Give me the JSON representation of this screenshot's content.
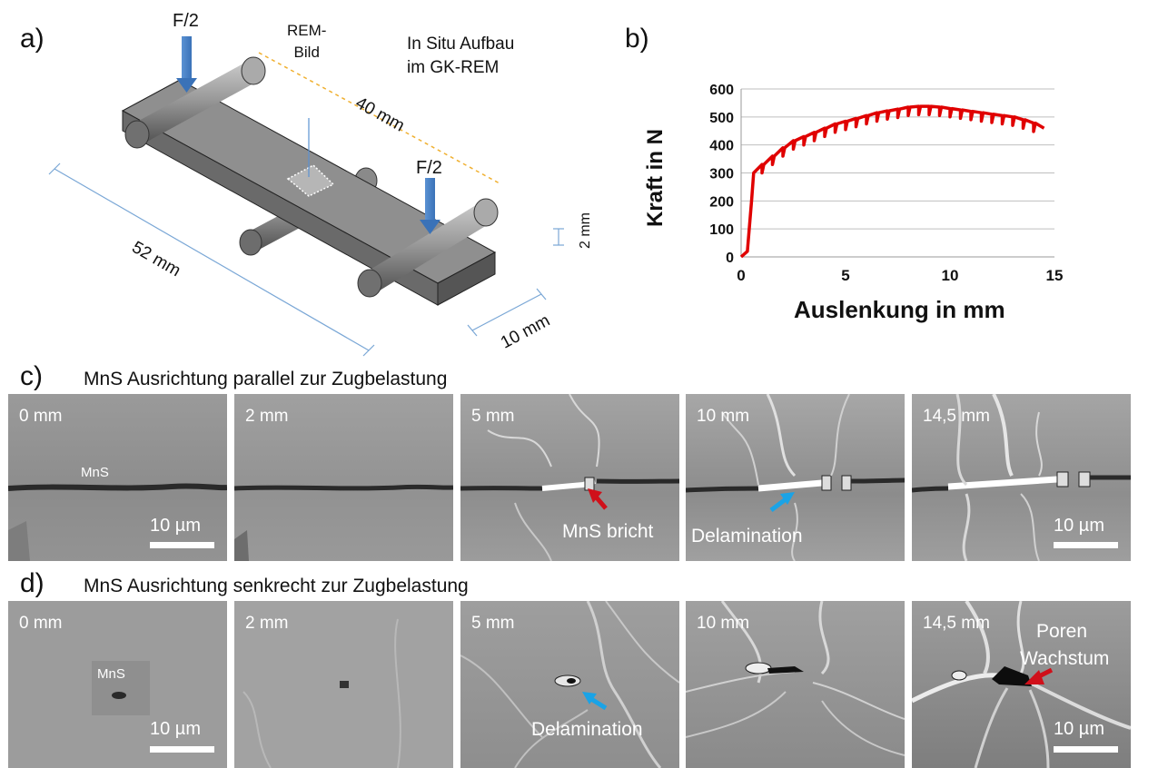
{
  "panel_a": {
    "letter": "a)",
    "force_top": "F/2",
    "force_right": "F/2",
    "rem_label": "REM-\nBild",
    "setup_line1": "In Situ Aufbau",
    "setup_line2": "im GK-REM",
    "dim_length": "40 mm",
    "dim_total": "52 mm",
    "dim_width": "10 mm",
    "dim_thickness": "2 mm"
  },
  "panel_b": {
    "letter": "b)"
  },
  "chart_data": {
    "type": "line",
    "xlabel": "Auslenkung in mm",
    "ylabel": "Kraft in N",
    "xlim": [
      0,
      15
    ],
    "ylim": [
      0,
      600
    ],
    "xticks": [
      "0",
      "5",
      "10",
      "15"
    ],
    "yticks": [
      "0",
      "100",
      "200",
      "300",
      "400",
      "500",
      "600"
    ],
    "grid": "horizontal",
    "series": [
      {
        "color": "#e00000",
        "x": [
          0,
          0.3,
          0.5,
          0.6,
          0.8,
          1.0,
          1.5,
          2.0,
          2.5,
          3.0,
          3.5,
          4.0,
          4.5,
          5.0,
          5.5,
          6.0,
          6.5,
          7.0,
          7.5,
          8.0,
          8.5,
          9.0,
          9.5,
          10.0,
          10.5,
          11.0,
          11.5,
          12.0,
          12.5,
          13.0,
          13.5,
          14.0,
          14.5
        ],
        "y": [
          0,
          20,
          200,
          300,
          315,
          330,
          360,
          390,
          415,
          430,
          445,
          460,
          475,
          485,
          495,
          505,
          515,
          522,
          528,
          535,
          538,
          538,
          535,
          530,
          525,
          520,
          515,
          510,
          505,
          500,
          490,
          478,
          460
        ]
      }
    ]
  },
  "panel_c": {
    "letter": "c)",
    "caption": "MnS Ausrichtung parallel zur Zugbelastung",
    "frames": [
      {
        "label": "0 mm"
      },
      {
        "label": "2 mm"
      },
      {
        "label": "5 mm"
      },
      {
        "label": "10 mm"
      },
      {
        "label": "14,5 mm"
      }
    ],
    "mns_label": "MnS",
    "scale_text": "10 µm",
    "annot_break": "MnS bricht",
    "annot_delam": "Delamination"
  },
  "panel_d": {
    "letter": "d)",
    "caption": "MnS Ausrichtung senkrecht zur Zugbelastung",
    "frames": [
      {
        "label": "0 mm"
      },
      {
        "label": "2 mm"
      },
      {
        "label": "5 mm"
      },
      {
        "label": "10 mm"
      },
      {
        "label": "14,5 mm"
      }
    ],
    "mns_label": "MnS",
    "scale_text": "10 µm",
    "annot_delam": "Delamination",
    "annot_pore_1": "Poren",
    "annot_pore_2": "Wachstum"
  },
  "colors": {
    "arrow_blue": "#3b78c2",
    "arrow_red": "#d0101a",
    "arrow_cyan": "#1aa3e6",
    "curve": "#e00000",
    "dim_line": "#7aa7d6",
    "dash_orange": "#f0b030"
  }
}
